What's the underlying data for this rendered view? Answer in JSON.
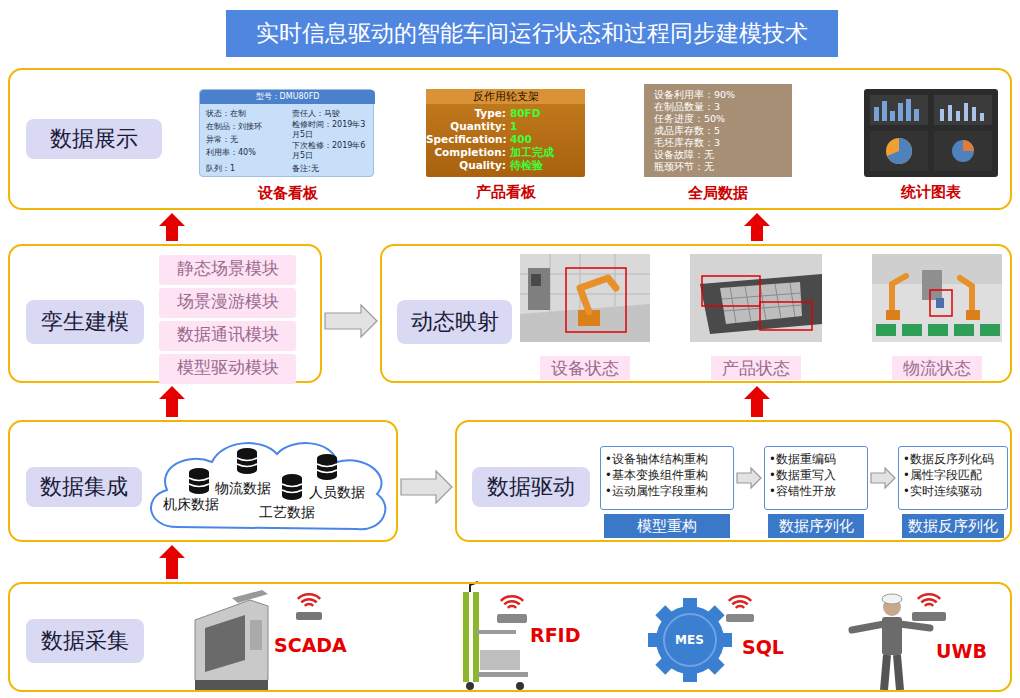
{
  "diagram": {
    "title": "实时信息驱动的智能车间运行状态和过程同步建模技术",
    "nodes": [
      {
        "text": [
          "数据展示"
        ]
      },
      {
        "text": [
          "设备看板",
          "型号：DMU80FD",
          "状态：在制",
          "责任人：马骏",
          "在制品：刘接环",
          "检修时间：2019年3月5日",
          "异常：无",
          "下次检修：2019年6月5日",
          "利用率：40%",
          "队列：1",
          "备注:无"
        ],
        "in": 0
      },
      {
        "text": [
          "产品看板",
          "反作用轮支架",
          "Type:",
          "80FD",
          "Quantity:",
          "1",
          "Specification:",
          "400",
          "Completion:",
          "加工完成",
          "Quality:",
          "待检验"
        ],
        "in": 0
      },
      {
        "text": [
          "全局数据",
          "设备利用率：90%",
          "在制品数量：3",
          "任务进度：50%",
          "成品库存数：5",
          "毛坯库存数：3",
          "设备故障：无",
          "瓶颈环节：无"
        ],
        "in": 0
      },
      {
        "text": [
          "统计图表"
        ],
        "in": 0
      },
      {
        "text": [
          "孪生建模"
        ]
      },
      {
        "text": [
          "静态场景模块"
        ],
        "in": 5
      },
      {
        "text": [
          "场景漫游模块"
        ],
        "in": 5
      },
      {
        "text": [
          "数据通讯模块"
        ],
        "in": 5
      },
      {
        "text": [
          "模型驱动模块"
        ],
        "in": 5
      },
      {
        "text": [
          "动态映射"
        ]
      },
      {
        "text": [
          "设备状态"
        ],
        "in": 10
      },
      {
        "text": [
          "产品状态"
        ],
        "in": 10
      },
      {
        "text": [
          "物流状态"
        ],
        "in": 10
      },
      {
        "text": [
          "数据集成"
        ]
      },
      {
        "text": [
          "物流数据",
          "人员数据",
          "机床数据",
          "工艺数据"
        ],
        "in": 14
      },
      {
        "text": [
          "数据驱动"
        ]
      },
      {
        "text": [
          "•设备轴体结构重构",
          "•基本变换组件重构",
          "•运动属性字段重构",
          "模型重构"
        ],
        "in": 16
      },
      {
        "text": [
          "•数据重编码",
          "•数据重写入",
          "•容错性开放",
          "数据序列化"
        ],
        "in": 16
      },
      {
        "text": [
          "•数据反序列化码",
          "•属性字段匹配",
          "•实时连续驱动",
          "数据反序列化"
        ],
        "in": 16
      },
      {
        "text": [
          "数据采集"
        ]
      }
    ],
    "edges": [
      {
        "from": 20,
        "to": 14,
        "arrow": "to"
      },
      {
        "from": 14,
        "to": 5,
        "arrow": "to"
      },
      {
        "from": 5,
        "to": 0,
        "arrow": "to"
      },
      {
        "from": 16,
        "to": 10,
        "arrow": "to"
      },
      {
        "from": 10,
        "to": 0,
        "arrow": "to"
      },
      {
        "from": 14,
        "to": 16,
        "arrow": "to"
      },
      {
        "from": 5,
        "to": 10,
        "arrow": "to"
      },
      {
        "from": 17,
        "to": 18,
        "arrow": "to"
      },
      {
        "from": 18,
        "to": 19,
        "arrow": "to"
      }
    ],
    "labels": [
      "SCADA",
      "RFID",
      "MES",
      "SQL",
      "UWB"
    ]
  }
}
